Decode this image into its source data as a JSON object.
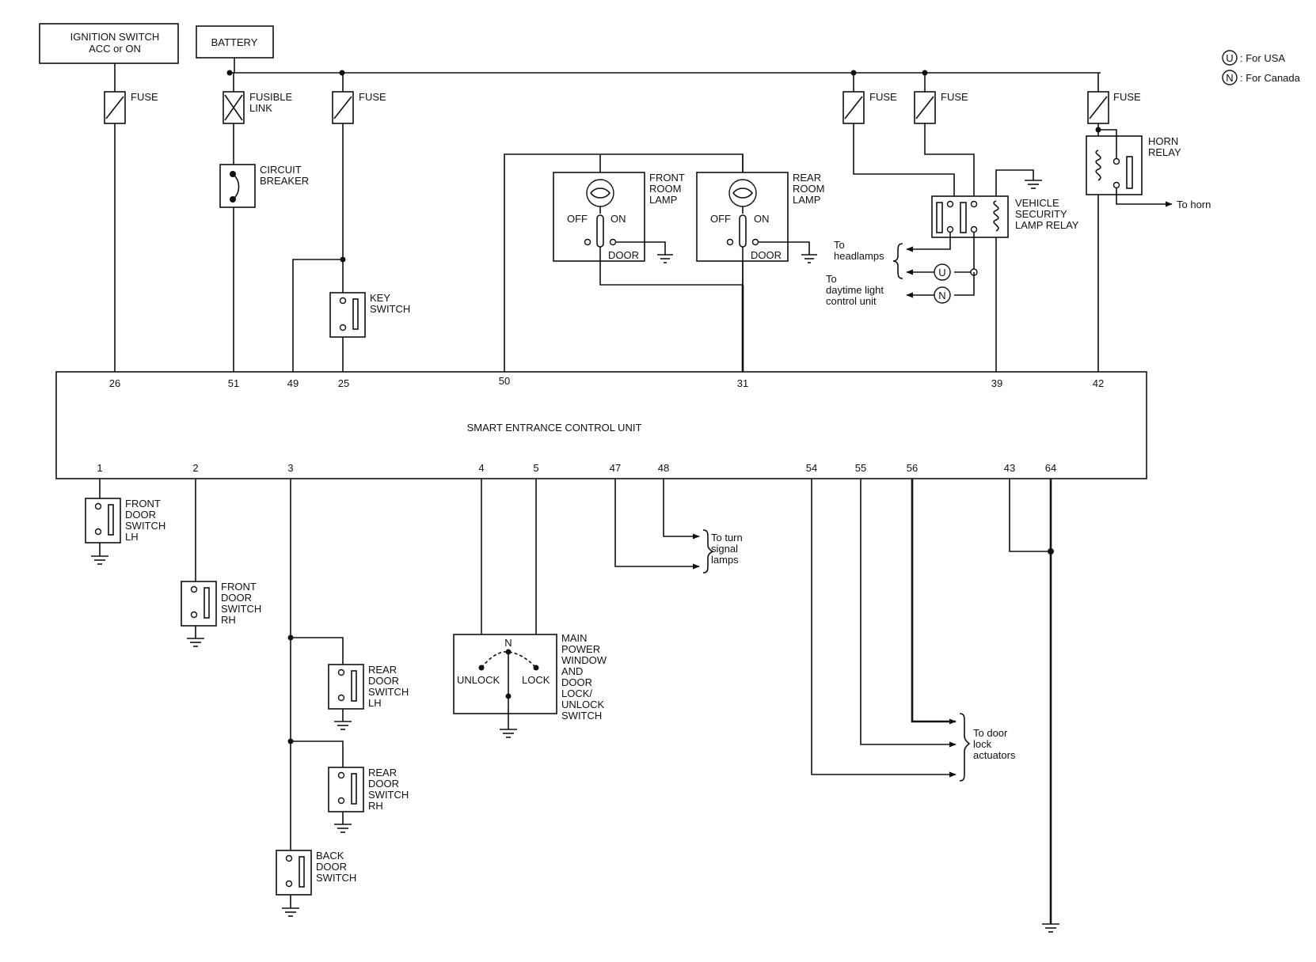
{
  "sources": {
    "ignition": [
      "IGNITION SWITCH",
      "ACC or ON"
    ],
    "battery": "BATTERY"
  },
  "legend": {
    "u_symbol": "U",
    "u_text": ": For USA",
    "n_symbol": "N",
    "n_text": ": For Canada"
  },
  "protection": {
    "fuse": "FUSE",
    "fusible_link": [
      "FUSIBLE",
      "LINK"
    ],
    "circuit_breaker": [
      "CIRCUIT",
      "BREAKER"
    ]
  },
  "components": {
    "key_switch": [
      "KEY",
      "SWITCH"
    ],
    "front_room_lamp": [
      "FRONT",
      "ROOM",
      "LAMP"
    ],
    "rear_room_lamp": [
      "REAR",
      "ROOM",
      "LAMP"
    ],
    "lamp_off": "OFF",
    "lamp_on": "ON",
    "lamp_door": "DOOR",
    "security_relay": [
      "VEHICLE",
      "SECURITY",
      "LAMP RELAY"
    ],
    "horn_relay": [
      "HORN",
      "RELAY"
    ],
    "front_door_lh": [
      "FRONT",
      "DOOR",
      "SWITCH",
      "LH"
    ],
    "front_door_rh": [
      "FRONT",
      "DOOR",
      "SWITCH",
      "RH"
    ],
    "rear_door_lh": [
      "REAR",
      "DOOR",
      "SWITCH",
      "LH"
    ],
    "rear_door_rh": [
      "REAR",
      "DOOR",
      "SWITCH",
      "RH"
    ],
    "back_door": [
      "BACK",
      "DOOR",
      "SWITCH"
    ],
    "main_switch": [
      "MAIN",
      "POWER",
      "WINDOW",
      "AND",
      "DOOR",
      "LOCK/",
      "UNLOCK",
      "SWITCH"
    ],
    "switch_unlock": "UNLOCK",
    "switch_lock": "LOCK",
    "switch_neutral": "N"
  },
  "destinations": {
    "to_horn": "To horn",
    "to_headlamps": [
      "To",
      "headlamps"
    ],
    "to_daytime": [
      "To",
      "daytime light",
      "control unit"
    ],
    "to_turn": [
      "To turn",
      "signal",
      "lamps"
    ],
    "to_door_lock": [
      "To door",
      "lock",
      "actuators"
    ]
  },
  "control_unit": {
    "name": "SMART ENTRANCE CONTROL UNIT",
    "top_pins": [
      "26",
      "51",
      "49",
      "25",
      "50",
      "31",
      "39",
      "42"
    ],
    "bottom_pins": [
      "1",
      "2",
      "3",
      "4",
      "5",
      "47",
      "48",
      "54",
      "55",
      "56",
      "43",
      "64"
    ]
  }
}
